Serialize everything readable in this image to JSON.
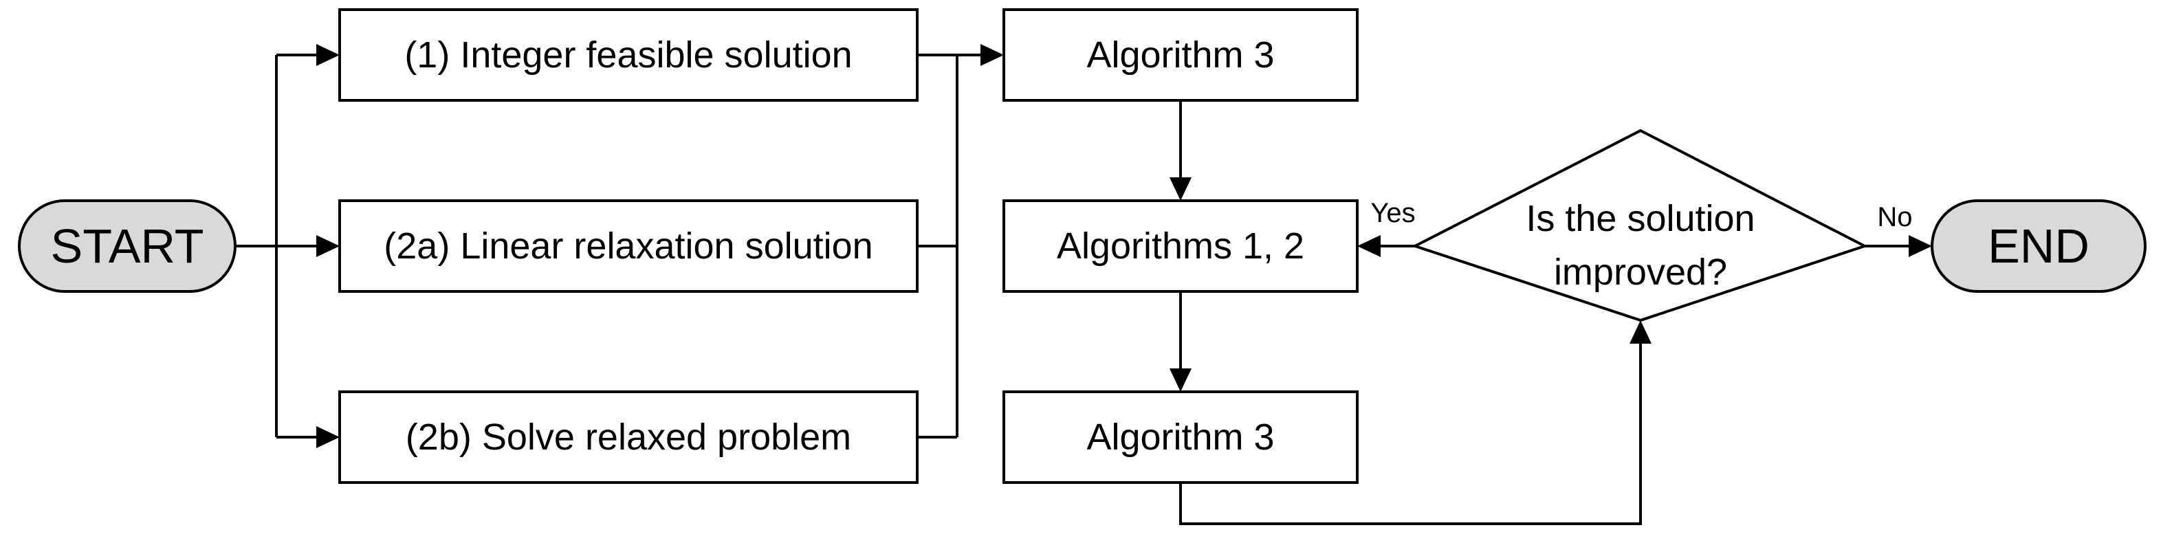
{
  "nodes": {
    "start": "START",
    "end": "END",
    "integer_feasible": "(1) Integer feasible solution",
    "linear_relaxation": "(2a) Linear relaxation solution",
    "solve_relaxed": "(2b) Solve relaxed problem",
    "algorithm3_top": "Algorithm 3",
    "algorithms12": "Algorithms 1, 2",
    "algorithm3_bottom": "Algorithm 3",
    "decision_line1": "Is the solution",
    "decision_line2": "improved?"
  },
  "edge_labels": {
    "yes": "Yes",
    "no": "No"
  },
  "colors": {
    "terminal_fill": "#d9d9d9",
    "stroke": "#000000"
  }
}
